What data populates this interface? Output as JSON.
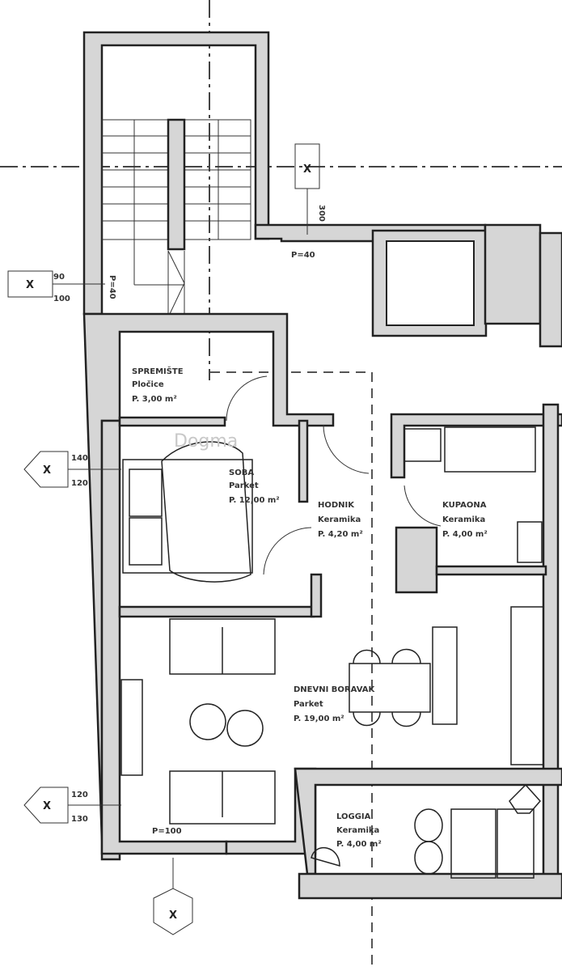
{
  "plan": {
    "watermark": "Dogma",
    "top_marker": {
      "symbol": "X",
      "label": "300"
    },
    "left_marker": {
      "symbol": "X",
      "top": "90",
      "bottom": "100"
    },
    "section_marker_1": {
      "symbol": "X",
      "top": "140",
      "bottom": "120"
    },
    "section_marker_2": {
      "symbol": "X",
      "top": "120",
      "bottom": "130"
    },
    "bottom_marker": {
      "symbol": "X"
    },
    "parapet_top": "P=40",
    "parapet_stair": "P=40",
    "parapet_bottom": "P=100",
    "rooms": [
      {
        "name": "SPREMIŠTE",
        "floor": "Pločice",
        "area": "P. 3,00 m²"
      },
      {
        "name": "SOBA",
        "floor": "Parket",
        "area": "P. 12,00 m²"
      },
      {
        "name": "HODNIK",
        "floor": "Keramika",
        "area": "P. 4,20 m²"
      },
      {
        "name": "KUPAONA",
        "floor": "Keramika",
        "area": "P. 4,00 m²"
      },
      {
        "name": "DNEVNI BORAVAK",
        "floor": "Parket",
        "area": "P. 19,00 m²"
      },
      {
        "name": "LOGGIA",
        "floor": "Keramika",
        "area": "P. 4,00 m²"
      }
    ]
  }
}
